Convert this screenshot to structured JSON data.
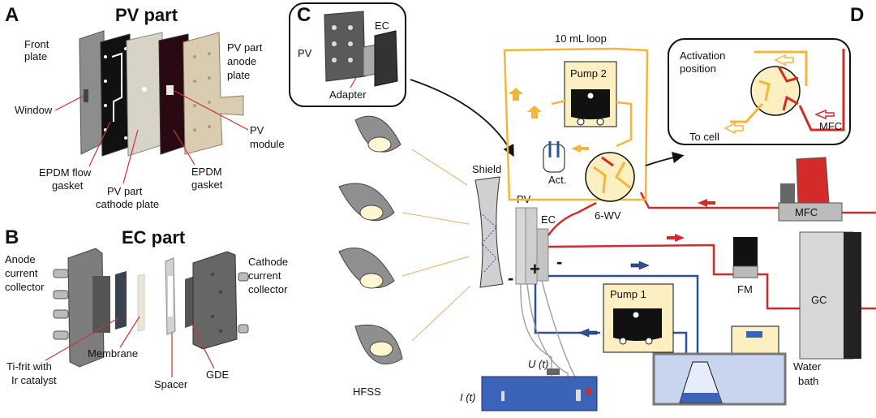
{
  "panels": {
    "A": {
      "letter": "A",
      "title": "PV part"
    },
    "B": {
      "letter": "B",
      "title": "EC part"
    },
    "C": {
      "letter": "C"
    },
    "D": {
      "letter": "D"
    }
  },
  "labels_A": {
    "front_plate_1": "Front",
    "front_plate_2": "plate",
    "window": "Window",
    "anode_1": "PV part",
    "anode_2": "anode",
    "anode_3": "plate",
    "module_1": "PV",
    "module_2": "module",
    "epdm_flow_1": "EPDM flow",
    "epdm_flow_2": "gasket",
    "cathode_1": "PV part",
    "cathode_2": "cathode plate",
    "epdm_1": "EPDM",
    "epdm_2": "gasket"
  },
  "labels_B": {
    "anode_cc_1": "Anode",
    "anode_cc_2": "current",
    "anode_cc_3": "collector",
    "cathode_cc_1": "Cathode",
    "cathode_cc_2": "current",
    "cathode_cc_3": "collector",
    "tifrit_1": "Ti-frit with",
    "tifrit_2": "Ir catalyst",
    "membrane": "Membrane",
    "spacer": "Spacer",
    "gde": "GDE"
  },
  "labels_C": {
    "pv": "PV",
    "ec": "EC",
    "adapter": "Adapter",
    "hfss": "HFSS",
    "shield": "Shield",
    "pv_small": "PV",
    "ec_small": "EC",
    "loop": "10 mL loop",
    "pump2": "Pump 2",
    "act": "Act.",
    "wv": "6-WV",
    "pump1": "Pump 1",
    "fm": "FM",
    "gc": "GC",
    "mfc": "MFC",
    "water_1": "Water",
    "water_2": "bath",
    "u": "U (t)",
    "i": "I (t)",
    "plus": "+",
    "minus": "-"
  },
  "labels_D": {
    "act_1": "Activation",
    "act_2": "position",
    "to_cell": "To cell",
    "mfc": "MFC"
  },
  "colors": {
    "red": "#d42a2a",
    "orange": "#f2b63a",
    "blue": "#2e4f9a",
    "cream": "#fcf0c2",
    "water": "#c9d5ef",
    "bench": "#3b63b8"
  }
}
